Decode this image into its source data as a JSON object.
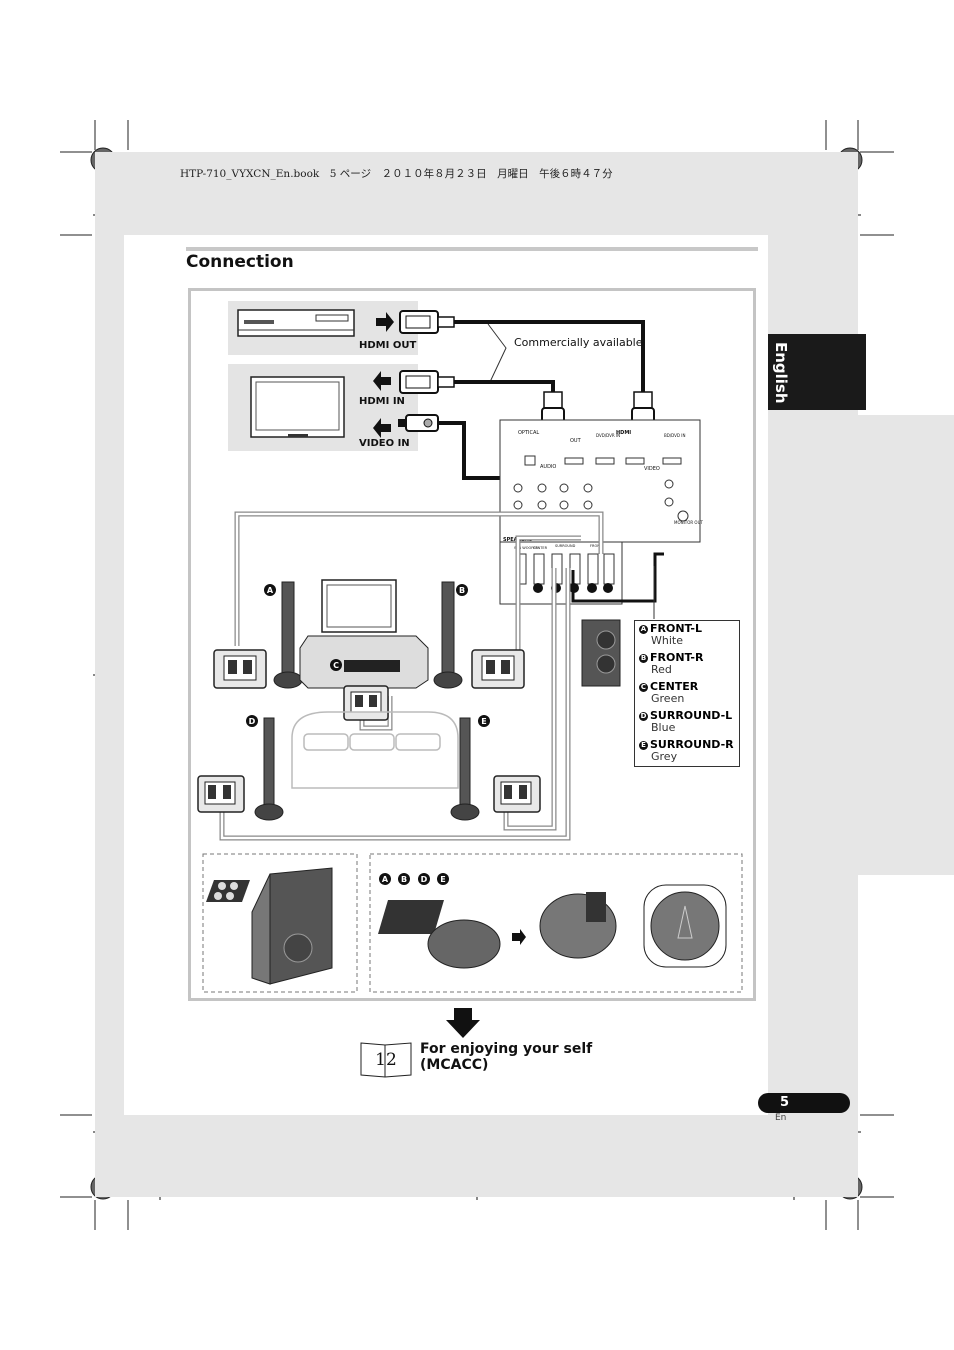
{
  "header": {
    "file_info": "HTP-710_VYXCN_En.book　5 ページ　２０１０年８月２３日　月曜日　午後６時４７分"
  },
  "side_tab": {
    "label": "English"
  },
  "section": {
    "title": "Connection"
  },
  "diagram": {
    "player_port": "HDMI OUT",
    "tv_hdmi_port": "HDMI IN",
    "tv_video_port": "VIDEO IN",
    "cable_note": "Commercially available",
    "rear_panel": {
      "optical": "OPTICAL",
      "hdmi": "HDMI",
      "out": "OUT",
      "audio": "AUDIO",
      "video": "VIDEO",
      "speakers": "SPEAKERS",
      "subwoofer": "SUB WOOFER",
      "center": "CENTER",
      "surround": "SURROUND",
      "front": "FRONT",
      "monitor_out": "MONITOR OUT",
      "dvd_in": "DVD/DVR IN",
      "bd_in": "BD/DVD IN"
    },
    "speaker_markers": [
      "A",
      "B",
      "C",
      "D",
      "E"
    ],
    "stand_markers": [
      "A",
      "B",
      "D",
      "E"
    ]
  },
  "speaker_legend": [
    {
      "marker": "A",
      "name": "FRONT-L",
      "color": "White"
    },
    {
      "marker": "B",
      "name": "FRONT-R",
      "color": "Red"
    },
    {
      "marker": "C",
      "name": "CENTER",
      "color": "Green"
    },
    {
      "marker": "D",
      "name": "SURROUND-L",
      "color": "Blue"
    },
    {
      "marker": "E",
      "name": "SURROUND-R",
      "color": "Grey"
    }
  ],
  "reference": {
    "page": "12",
    "text_line1": "For enjoying your self",
    "text_line2": "(MCACC)"
  },
  "footer": {
    "page_number": "5",
    "lang": "En"
  }
}
